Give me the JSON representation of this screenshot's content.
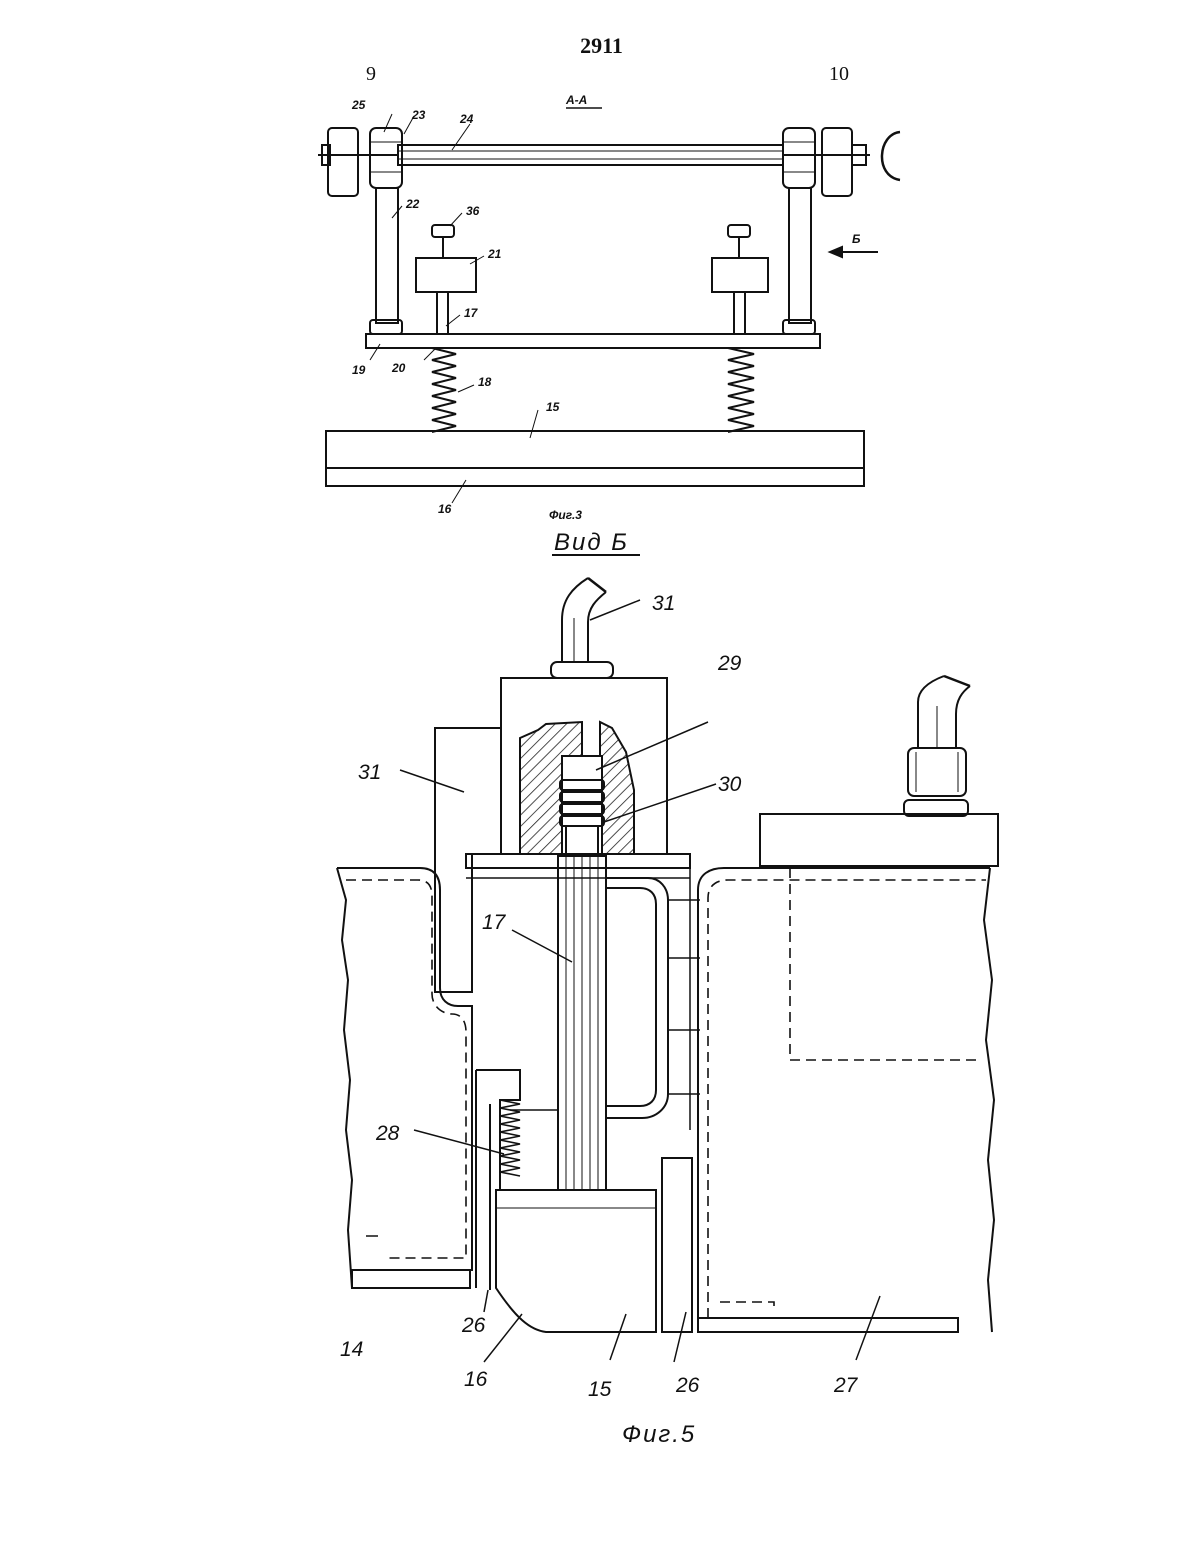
{
  "header": {
    "page_number": "2911",
    "column_left": "9",
    "column_right": "10"
  },
  "figure3": {
    "section_title": "А-А",
    "caption": "Фиг.3",
    "view_arrow_label": "Б",
    "labels": {
      "l25": "25",
      "l23": "23",
      "l24": "24",
      "l22": "22",
      "l36": "36",
      "l21": "21",
      "l17": "17",
      "l19": "19",
      "l20": "20",
      "l18": "18",
      "l15": "15",
      "l16": "16"
    }
  },
  "figure5": {
    "view_title": "Вид Б",
    "caption": "Фиг.5",
    "labels": {
      "l31a": "31",
      "l29": "29",
      "l31b": "31",
      "l30": "30",
      "l17": "17",
      "l28": "28",
      "l14": "14",
      "l26a": "26",
      "l16": "16",
      "l15": "15",
      "l26b": "26",
      "l27": "27"
    }
  }
}
